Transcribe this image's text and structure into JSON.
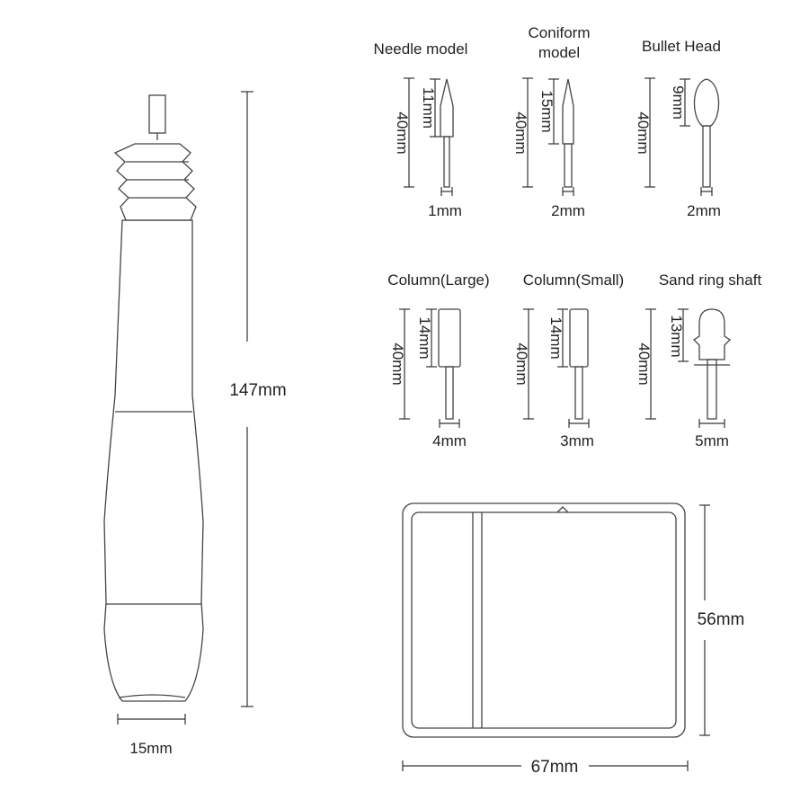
{
  "drill": {
    "length_label": "147mm",
    "width_label": "15mm"
  },
  "bits": [
    {
      "title": [
        "Needle model"
      ],
      "total_length": "40mm",
      "head_length": "11mm",
      "shaft_diameter": "1mm",
      "shape": "needle"
    },
    {
      "title": [
        "Coniform",
        "model"
      ],
      "total_length": "40mm",
      "head_length": "15mm",
      "shaft_diameter": "2mm",
      "shape": "cone"
    },
    {
      "title": [
        "Bullet Head"
      ],
      "total_length": "40mm",
      "head_length": "9mm",
      "shaft_diameter": "2mm",
      "shape": "bullet"
    },
    {
      "title": [
        "Column(Large)"
      ],
      "total_length": "40mm",
      "head_length": "14mm",
      "shaft_diameter": "4mm",
      "shape": "column-large"
    },
    {
      "title": [
        "Column(Small)"
      ],
      "total_length": "40mm",
      "head_length": "14mm",
      "shaft_diameter": "3mm",
      "shape": "column-small"
    },
    {
      "title": [
        "Sand ring shaft"
      ],
      "total_length": "40mm",
      "head_length": "13mm",
      "shaft_diameter": "5mm",
      "shape": "sand-ring"
    }
  ],
  "controller": {
    "height_label": "56mm",
    "width_label": "67mm"
  }
}
